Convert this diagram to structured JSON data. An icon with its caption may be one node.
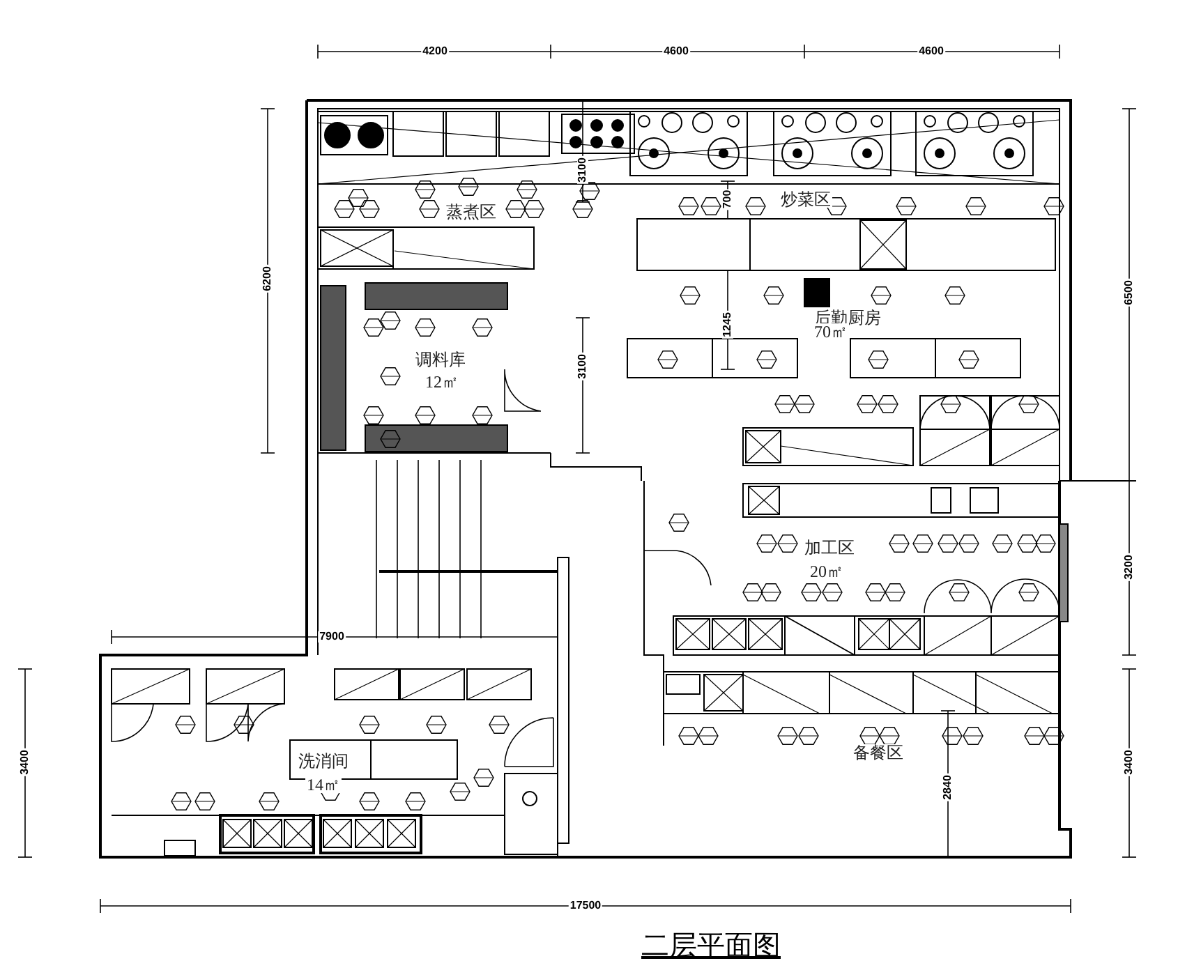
{
  "diagram": {
    "caption": "二层平面图",
    "labels": [
      "4200",
      "4600",
      "4600",
      "6200",
      "6500",
      "3100",
      "蒸煮区",
      "700",
      "炒菜区",
      "1245",
      "后勤厨房",
      "70㎡",
      "调料库",
      "3100",
      "12㎡",
      "3200",
      "加工区",
      "20㎡",
      "7900",
      "3400",
      "3400",
      "备餐区",
      "洗消间",
      "14㎡",
      "2840",
      "17500"
    ]
  }
}
